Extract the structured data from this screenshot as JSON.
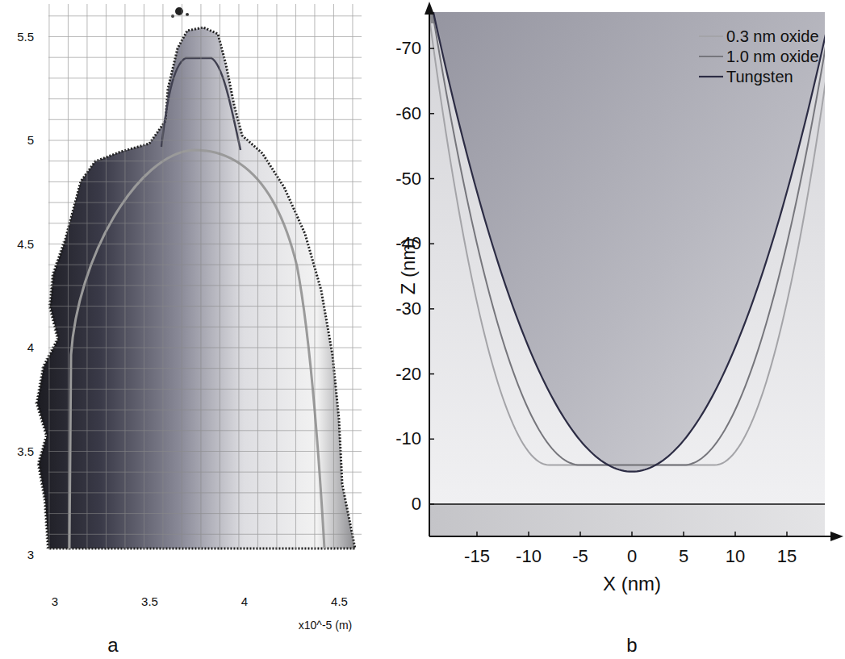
{
  "diagram": {
    "labels": [
      "5.5",
      "5",
      "4.5",
      "4",
      "3.5",
      "3",
      "3",
      "3.5",
      "4",
      "4.5",
      "x10^-5 (m)",
      "a",
      "-70",
      "-60",
      "-50",
      "-40",
      "-30",
      "-20",
      "-10",
      "0",
      "-15",
      "-10",
      "-5",
      "0",
      "5",
      "10",
      "15",
      "Z (nm)",
      "X (nm)",
      "b"
    ],
    "legend": [
      {
        "text": "0.3 nm oxide"
      },
      {
        "text": "1.0 nm oxide"
      },
      {
        "text": "Tungsten"
      }
    ]
  }
}
